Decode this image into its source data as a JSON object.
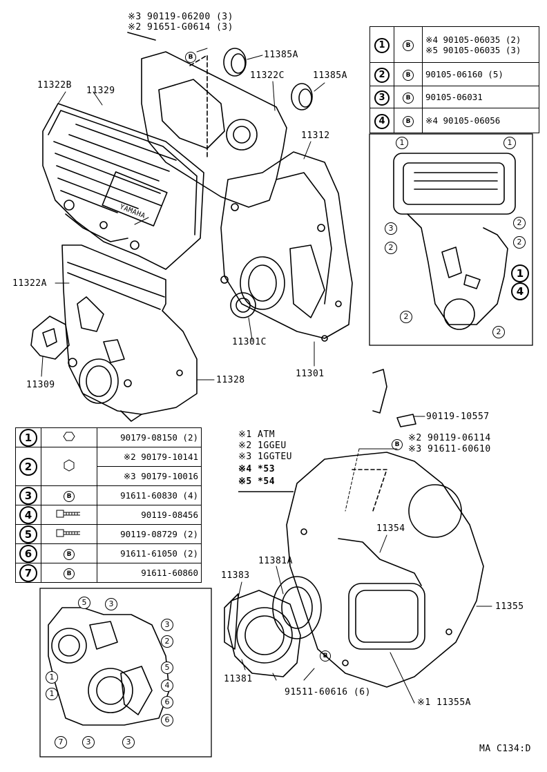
{
  "labels": {
    "top_note1": "※3  90119-06200 (3)",
    "top_note2": "※2  91651-G0614 (3)",
    "p11322B": "11322B",
    "p11329": "11329",
    "p11385A_1": "11385A",
    "p11322C": "11322C",
    "p11385A_2": "11385A",
    "p11312": "11312",
    "p11322A": "11322A",
    "p11309": "11309",
    "p11328": "11328",
    "p11301C": "11301C",
    "p11301": "11301",
    "p90119_10557": "90119-10557",
    "ann_atm": "※1  ATM",
    "ann_1gg": "※2  1GGEU",
    "ann_1ggt": "※3  1GGTEU",
    "ann_53": "※4 *53",
    "ann_54": "※5 *54",
    "r_note1": "※2  90119-06114",
    "r_note2": "※3  91611-60610",
    "p11354": "11354",
    "p11355": "11355",
    "p11383": "11383",
    "p11381A": "11381A",
    "p11381": "11381",
    "p91511": "91511-60616 (6)",
    "p11355A": "※1  11355A",
    "footer": "MA  C134:D",
    "yamaha": "YAMAHA",
    "b": "B"
  },
  "left_table": [
    {
      "num": "1",
      "icon": "nut-icon",
      "parts": [
        "90179-08150 (2)"
      ]
    },
    {
      "num": "2",
      "icon": "nut-icon",
      "parts": [
        "※2 90179-10141",
        "※3 90179-10016"
      ]
    },
    {
      "num": "3",
      "icon": "b-circle-icon",
      "parts": [
        "91611-60830 (4)"
      ]
    },
    {
      "num": "4",
      "icon": "bolt-icon",
      "parts": [
        "90119-08456"
      ]
    },
    {
      "num": "5",
      "icon": "bolt-icon",
      "parts": [
        "90119-08729 (2)"
      ]
    },
    {
      "num": "6",
      "icon": "b-circle-icon",
      "parts": [
        "91611-61050 (2)"
      ]
    },
    {
      "num": "7",
      "icon": "b-circle-icon",
      "parts": [
        "91611-60860"
      ]
    }
  ],
  "right_table": [
    {
      "num": "1",
      "icon": "b-circle-icon",
      "parts": [
        "※4 90105-06035 (2)",
        "※5 90105-06035 (3)"
      ]
    },
    {
      "num": "2",
      "icon": "b-circle-icon",
      "parts": [
        "90105-06160 (5)"
      ]
    },
    {
      "num": "3",
      "icon": "b-circle-icon",
      "parts": [
        "90105-06031"
      ]
    },
    {
      "num": "4",
      "icon": "b-circle-icon",
      "parts": [
        "※4 90105-06056"
      ]
    }
  ],
  "inset_right_callouts": [
    "1",
    "1",
    "3",
    "2",
    "2",
    "2",
    "1",
    "4",
    "2",
    "2"
  ],
  "inset_left_callouts": [
    "5",
    "3",
    "3",
    "2",
    "5",
    "4",
    "1",
    "1",
    "6",
    "6",
    "7",
    "3",
    "3"
  ]
}
